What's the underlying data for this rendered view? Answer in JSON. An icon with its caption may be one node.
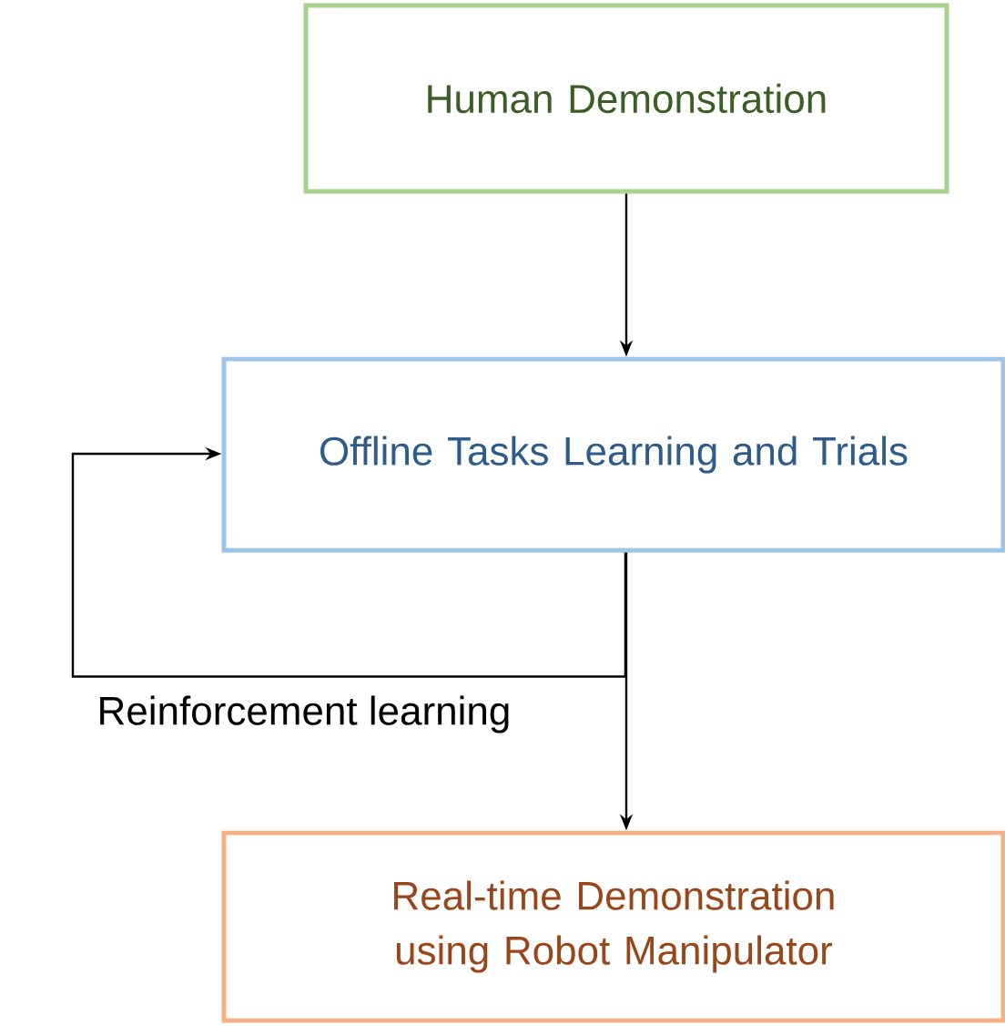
{
  "diagram": {
    "nodes": [
      {
        "text": [
          "Human Demonstration"
        ]
      },
      {
        "text": [
          "Offline Tasks Learning and Trials"
        ]
      },
      {
        "text": [
          "Real-time Demonstration using Robot Manipulator"
        ]
      }
    ],
    "edges": [
      {
        "from": 0,
        "to": 1,
        "arrow": "to"
      },
      {
        "from": 1,
        "to": 1,
        "arrow": "to",
        "label": "Reinforcement learning"
      },
      {
        "from": 1,
        "to": 2,
        "arrow": "to"
      }
    ]
  }
}
